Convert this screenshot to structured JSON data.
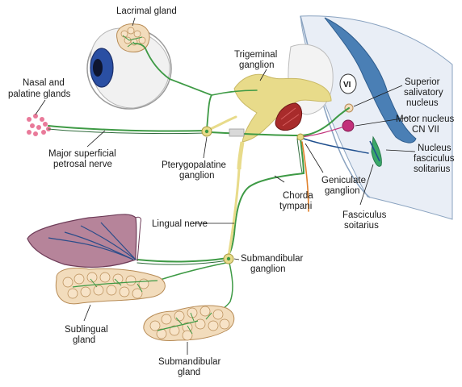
{
  "labels": {
    "lacrimal_gland": "Lacrimal gland",
    "trigeminal_ganglion": [
      "Trigeminal",
      "ganglion"
    ],
    "nasal_palatine": [
      "Nasal and",
      "palatine glands"
    ],
    "superior_salivatory": [
      "Superior",
      "salivatory",
      "nucleus"
    ],
    "motor_nucleus": [
      "Motor nucleus",
      "CN VII"
    ],
    "nucleus_fasciculus": [
      "Nucleus",
      "fasciculus",
      "solitarius"
    ],
    "major_petrosal": [
      "Major superficial",
      "petrosal nerve"
    ],
    "pterygopalatine": [
      "Pterygopalatine",
      "ganglion"
    ],
    "geniculate": [
      "Geniculate",
      "ganglion"
    ],
    "chorda_tympani": [
      "Chorda",
      "tympani"
    ],
    "lingual_nerve": "Lingual nerve",
    "fasciculus_soitarius": [
      "Fasciculus",
      "soitarius"
    ],
    "submandibular_ganglion": [
      "Submandibular",
      "ganglion"
    ],
    "sublingual_gland": [
      "Sublingual",
      "gland"
    ],
    "submandibular_gland": [
      "Submandibular",
      "gland"
    ],
    "cn_vi": "VI"
  },
  "colors": {
    "nerve_green": "#3e9a45",
    "nerve_dark": "#2e6a3a",
    "trigeminal_yellow": "#e8db8a",
    "brainstem_blue": "#4a7fb5",
    "gland_tan": "#f2dcbc",
    "tongue_purple": "#b6849a",
    "orange_nerve": "#e0802a",
    "nucleus_magenta": "#c2307a",
    "solitarius_green": "#3aa86a"
  }
}
